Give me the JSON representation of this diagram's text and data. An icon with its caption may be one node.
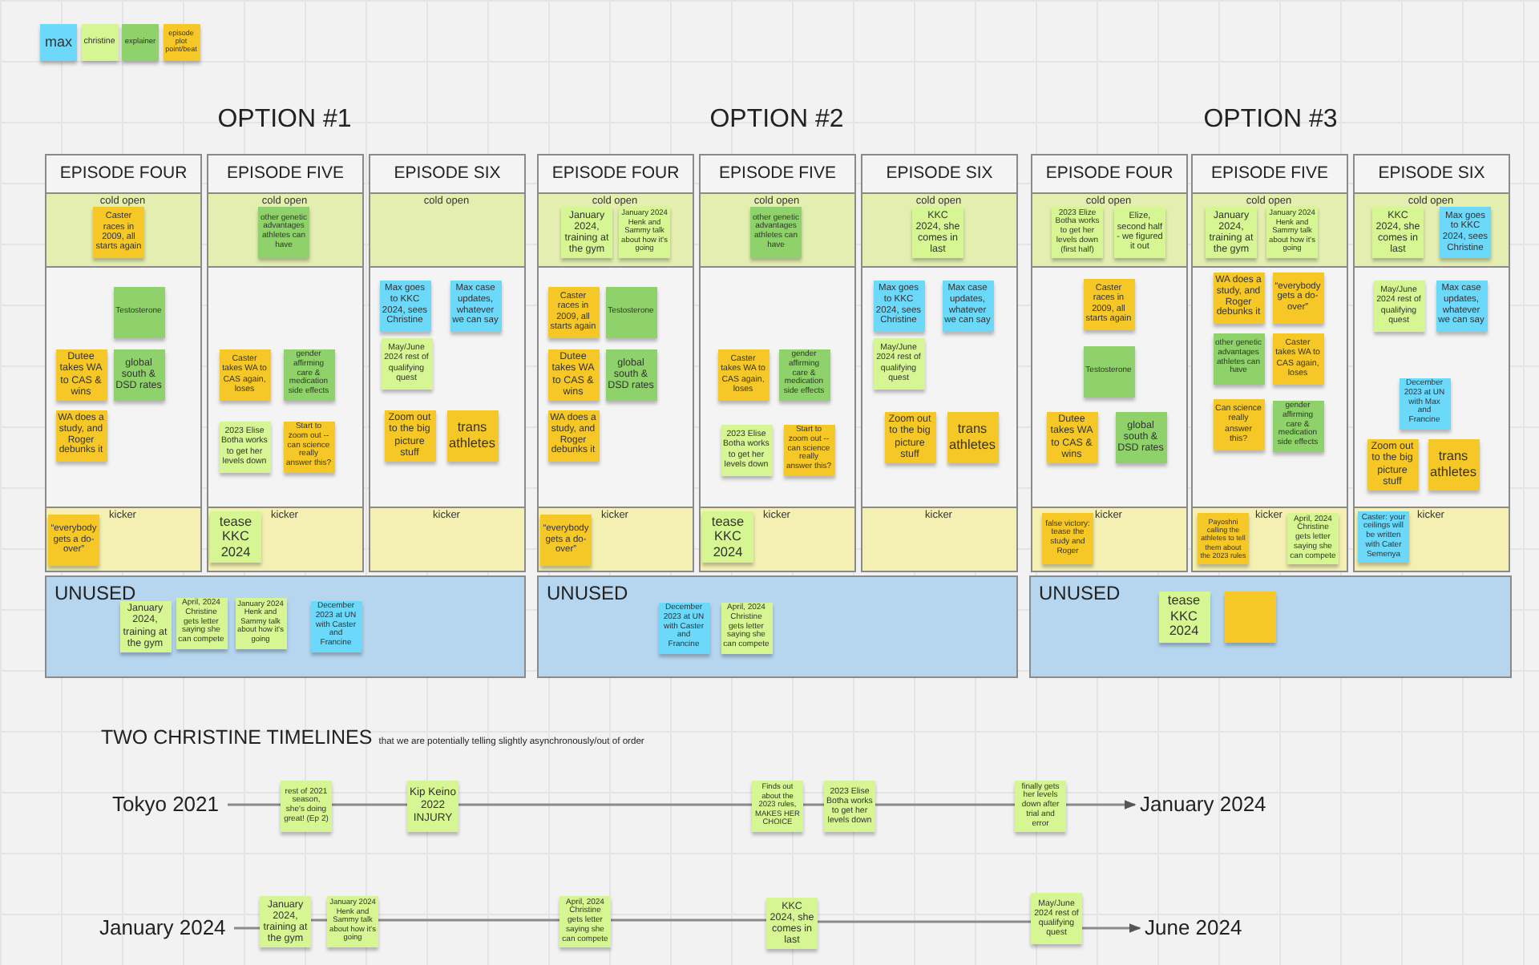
{
  "diagram": {
    "nodes": [
      {
        "text": [
          "EPISODE FOUR"
        ]
      },
      {
        "text": [
          "cold open"
        ],
        "in": 0
      },
      {
        "text": [
          "Caster races in 2009, all starts again"
        ],
        "in": 1
      },
      {
        "text": [
          "Testosterone"
        ],
        "in": 0
      },
      {
        "text": [
          "Dutee takes WA to CAS & wins"
        ],
        "in": 0
      },
      {
        "text": [
          "global south & DSD rates"
        ],
        "in": 0
      },
      {
        "text": [
          "WA does a study, and Roger debunks it"
        ],
        "in": 0
      },
      {
        "text": [
          "kicker"
        ],
        "in": 0
      },
      {
        "text": [
          "“everybody gets a do-over”"
        ],
        "in": 7
      },
      {
        "text": [
          "EPISODE FIVE"
        ]
      },
      {
        "text": [
          "cold open"
        ],
        "in": 9
      },
      {
        "text": [
          "other genetic advantages athletes can have"
        ],
        "in": 10
      },
      {
        "text": [
          "Caster takes WA to CAS again, loses"
        ],
        "in": 9
      },
      {
        "text": [
          "gender affirming care & medication side effects"
        ],
        "in": 9
      },
      {
        "text": [
          "2023 Elise Botha works to get her levels down"
        ],
        "in": 9
      },
      {
        "text": [
          "Start to zoom out -- can science really answer this?"
        ],
        "in": 9
      },
      {
        "text": [
          "kicker"
        ],
        "in": 9
      },
      {
        "text": [
          "tease KKC 2024"
        ],
        "in": 16
      },
      {
        "text": [
          "EPISODE SIX"
        ]
      },
      {
        "text": [
          "cold open"
        ],
        "in": 18
      },
      {
        "text": [
          "Max goes to KKC 2024, sees Christine"
        ],
        "in": 18
      },
      {
        "text": [
          "Max case updates, whatever we can say"
        ],
        "in": 18
      },
      {
        "text": [
          "May/June 2024 rest of qualifying quest"
        ],
        "in": 18
      },
      {
        "text": [
          "Zoom out to the big picture stuff"
        ],
        "in": 18
      },
      {
        "text": [
          "trans athletes"
        ],
        "in": 18
      },
      {
        "text": [
          "kicker"
        ],
        "in": 18
      },
      {
        "text": [
          "UNUSED"
        ]
      },
      {
        "text": [
          "January 2024, training at the gym"
        ],
        "in": 26
      },
      {
        "text": [
          "April, 2024 Christine gets letter saying she can compete"
        ],
        "in": 26
      },
      {
        "text": [
          "January 2024 Henk and Sammy talk about how it's going"
        ],
        "in": 26
      },
      {
        "text": [
          "December 2023 at UN with Caster and Francine"
        ],
        "in": 26
      },
      {
        "text": [
          "EPISODE FOUR"
        ]
      },
      {
        "text": [
          "cold open"
        ],
        "in": 31
      },
      {
        "text": [
          "January 2024, training at the gym"
        ],
        "in": 32
      },
      {
        "text": [
          "January 2024 Henk and Sammy talk about how it's going"
        ],
        "in": 32
      },
      {
        "text": [
          "Caster races in 2009, all starts again"
        ],
        "in": 31
      },
      {
        "text": [
          "Testosterone"
        ],
        "in": 31
      },
      {
        "text": [
          "Dutee takes WA to CAS & wins"
        ],
        "in": 31
      },
      {
        "text": [
          "global south & DSD rates"
        ],
        "in": 31
      },
      {
        "text": [
          "WA does a study, and Roger debunks it"
        ],
        "in": 31
      },
      {
        "text": [
          "kicker"
        ],
        "in": 31
      },
      {
        "text": [
          "“everybody gets a do-over”"
        ],
        "in": 40
      },
      {
        "text": [
          "EPISODE FIVE"
        ]
      },
      {
        "text": [
          "cold open"
        ],
        "in": 42
      },
      {
        "text": [
          "other genetic advantages athletes can have"
        ],
        "in": 43
      },
      {
        "text": [
          "Caster takes WA to CAS again, loses"
        ],
        "in": 42
      },
      {
        "text": [
          "gender affirming care & medication side effects"
        ],
        "in": 42
      },
      {
        "text": [
          "2023 Elise Botha works to get her levels down"
        ],
        "in": 42
      },
      {
        "text": [
          "Start to zoom out -- can science really answer this?"
        ],
        "in": 42
      },
      {
        "text": [
          "kicker"
        ],
        "in": 42
      },
      {
        "text": [
          "tease KKC 2024"
        ],
        "in": 49
      },
      {
        "text": [
          "EPISODE SIX"
        ]
      },
      {
        "text": [
          "cold open"
        ],
        "in": 51
      },
      {
        "text": [
          "KKC 2024, she comes in last"
        ],
        "in": 52
      },
      {
        "text": [
          "Max goes to KKC 2024, sees Christine"
        ],
        "in": 51
      },
      {
        "text": [
          "Max case updates, whatever we can say"
        ],
        "in": 51
      },
      {
        "text": [
          "May/June 2024 rest of qualifying quest"
        ],
        "in": 51
      },
      {
        "text": [
          "Zoom out to the big picture stuff"
        ],
        "in": 51
      },
      {
        "text": [
          "trans athletes"
        ],
        "in": 51
      },
      {
        "text": [
          "kicker"
        ],
        "in": 51
      },
      {
        "text": [
          "UNUSED"
        ]
      },
      {
        "text": [
          "December 2023 at UN with Caster and Francine"
        ],
        "in": 60
      },
      {
        "text": [
          "April, 2024 Christine gets letter saying she can compete"
        ],
        "in": 60
      },
      {
        "text": [
          "EPISODE FOUR"
        ]
      },
      {
        "text": [
          "cold open"
        ],
        "in": 63
      },
      {
        "text": [
          "2023 Elize Botha works to get her levels down (first half)"
        ],
        "in": 64
      },
      {
        "text": [
          "Elize, second half - we figured it out"
        ],
        "in": 64
      },
      {
        "text": [
          "Caster races in 2009, all starts again"
        ],
        "in": 63
      },
      {
        "text": [
          "Testosterone"
        ],
        "in": 63
      },
      {
        "text": [
          "Dutee takes WA to CAS & wins"
        ],
        "in": 63
      },
      {
        "text": [
          "global south & DSD rates"
        ],
        "in": 63
      },
      {
        "text": [
          "kicker"
        ],
        "in": 63
      },
      {
        "text": [
          "false victory: tease the study and Roger"
        ],
        "in": 71
      },
      {
        "text": [
          "EPISODE FIVE"
        ]
      },
      {
        "text": [
          "cold open"
        ],
        "in": 73
      },
      {
        "text": [
          "January 2024, training at the gym"
        ],
        "in": 74
      },
      {
        "text": [
          "January 2024 Henk and Sammy talk about how it's going"
        ],
        "in": 74
      },
      {
        "text": [
          "WA does a study, and Roger debunks it"
        ],
        "in": 73
      },
      {
        "text": [
          "“everybody gets a do-over”"
        ],
        "in": 73
      },
      {
        "text": [
          "other genetic advantages athletes can have"
        ],
        "in": 73
      },
      {
        "text": [
          "Caster takes WA to CAS again, loses"
        ],
        "in": 73
      },
      {
        "text": [
          "Can science really answer this?"
        ],
        "in": 73
      },
      {
        "text": [
          "gender affirming care & medication side effects"
        ],
        "in": 73
      },
      {
        "text": [
          "kicker"
        ],
        "in": 73
      },
      {
        "text": [
          "Payoshni calling the athletes to tell them about the 2023 rules"
        ],
        "in": 83
      },
      {
        "text": [
          "April, 2024 Christine gets letter saying she can compete"
        ],
        "in": 83
      },
      {
        "text": [
          "EPISODE SIX"
        ]
      },
      {
        "text": [
          "cold open"
        ],
        "in": 86
      },
      {
        "text": [
          "KKC 2024, she comes in last"
        ],
        "in": 87
      },
      {
        "text": [
          "Max goes to KKC 2024, sees Christine"
        ],
        "in": 87
      },
      {
        "text": [
          "May/June 2024 rest of qualifying quest"
        ],
        "in": 86
      },
      {
        "text": [
          "Max case updates, whatever we can say"
        ],
        "in": 86
      },
      {
        "text": [
          "December 2023 at UN with Max and Francine"
        ],
        "in": 86
      },
      {
        "text": [
          "Zoom out to the big picture stuff"
        ],
        "in": 86
      },
      {
        "text": [
          "trans athletes"
        ],
        "in": 86
      },
      {
        "text": [
          "kicker"
        ],
        "in": 86
      },
      {
        "text": [
          "Caster: your ceilings will be written with Cater Semenya"
        ],
        "in": 95
      },
      {
        "text": [
          "UNUSED"
        ]
      },
      {
        "text": [
          "tease KKC 2024"
        ],
        "in": 97
      },
      {
        "text": [],
        "shape": "box",
        "in": 97
      },
      {
        "text": [
          "Tokyo 2021"
        ]
      },
      {
        "text": [
          "January 2024"
        ]
      },
      {
        "text": [
          "rest of 2021 season, she's doing great! (Ep 2)"
        ]
      },
      {
        "text": [
          "Kip Keino 2022 INJURY"
        ]
      },
      {
        "text": [
          "Finds out about the 2023 rules, MAKES HER CHOICE"
        ]
      },
      {
        "text": [
          "2023 Elise Botha works to get her levels down"
        ]
      },
      {
        "text": [
          "finally gets her levels down after trial and error"
        ]
      },
      {
        "text": [
          "January 2024"
        ]
      },
      {
        "text": [
          "June 2024"
        ]
      },
      {
        "text": [
          "January 2024, training at the gym"
        ]
      },
      {
        "text": [
          "January 2024 Henk and Sammy talk about how it's going"
        ]
      },
      {
        "text": [
          "April, 2024 Christine gets letter saying she can compete"
        ]
      },
      {
        "text": [
          "KKC 2024, she comes in last"
        ]
      },
      {
        "text": [
          "May/June 2024 rest of qualifying quest"
        ]
      }
    ],
    "edges": [
      {
        "from": 100,
        "to": 102,
        "arrow": "none"
      },
      {
        "from": 102,
        "to": 103,
        "arrow": "none"
      },
      {
        "from": 103,
        "to": 104,
        "arrow": "none"
      },
      {
        "from": 104,
        "to": 105,
        "arrow": "none"
      },
      {
        "from": 105,
        "to": 106,
        "arrow": "none"
      },
      {
        "from": 106,
        "to": 101,
        "arrow": "to"
      },
      {
        "from": 107,
        "to": 109,
        "arrow": "none"
      },
      {
        "from": 109,
        "to": 110,
        "arrow": "none"
      },
      {
        "from": 110,
        "to": 111,
        "arrow": "none"
      },
      {
        "from": 111,
        "to": 112,
        "arrow": "none"
      },
      {
        "from": 112,
        "to": 113,
        "arrow": "none"
      },
      {
        "from": 113,
        "to": 108,
        "arrow": "to"
      }
    ],
    "labels": [
      "OPTION #1",
      "OPTION #2",
      "OPTION #3",
      "TWO CHRISTINE TIMELINES",
      "that we are potentially telling slightly asynchronously/out of order"
    ],
    "legend": [
      {
        "text": "max",
        "color": "#6cd8fa"
      },
      {
        "text": "christine",
        "color": "#d5f692"
      },
      {
        "text": "explainer",
        "color": "#8fd16a"
      },
      {
        "text": "episode plot point/beat",
        "color": "#f5c828"
      }
    ]
  }
}
